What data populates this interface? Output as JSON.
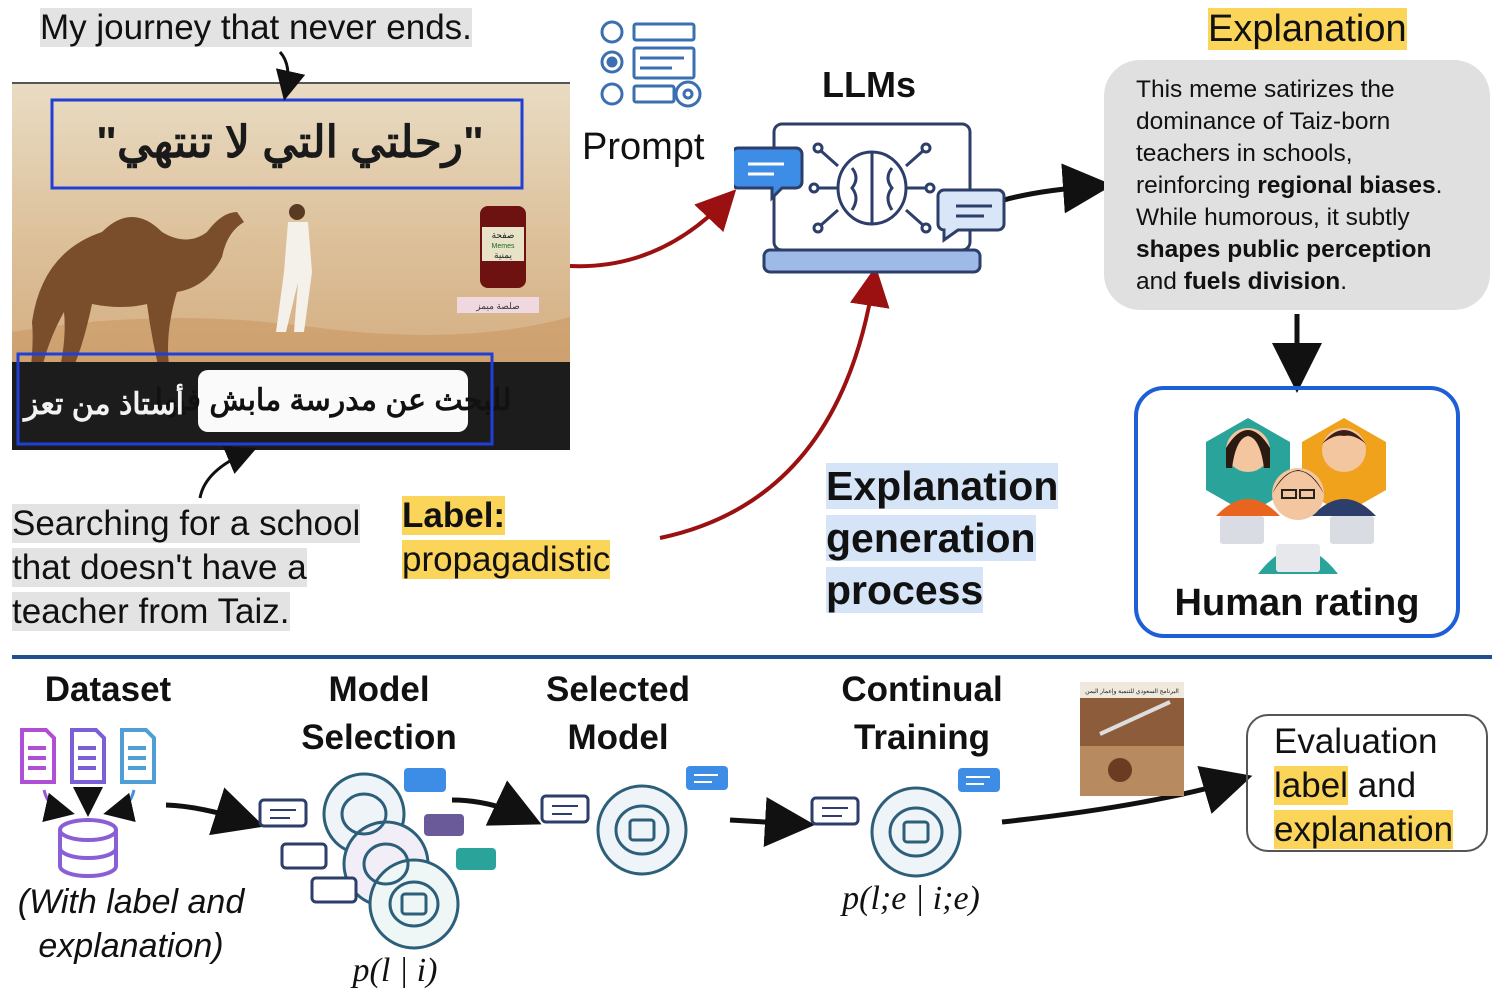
{
  "top": {
    "meme_caption_top": "My journey that never ends.",
    "meme_caption_bottom": "Searching for a school that doesn't have a teacher from Taiz.",
    "meme": {
      "arabic_top": "\"رحلتي التي لا تنتهي\"",
      "arabic_bottom_right": "أستاذ من تعز",
      "arabic_bottom_left": "للبحث عن مدرسة مابش فيها",
      "jar_text_1": "صفحة",
      "jar_text_2": "Memes",
      "jar_text_3": "يمنية",
      "page_tag": "صلصة ميمز"
    },
    "prompt_label": "Prompt",
    "llms_label": "LLMs",
    "label_title": "Label:",
    "label_value": "propagadistic",
    "process_title_line1": "Explanation",
    "process_title_line2": "generation",
    "process_title_line3": "process",
    "explanation_title": "Explanation",
    "explanation_text": {
      "p1": "This meme satirizes the dominance of Taiz-born teachers in schools, reinforcing ",
      "b1": "regional biases",
      "p2": ". While humorous, it subtly ",
      "b2": "shapes public perception",
      "p3": " and ",
      "b3": "fuels division",
      "p4": "."
    },
    "human_rating_label": "Human rating"
  },
  "bottom": {
    "dataset_title": "Dataset",
    "dataset_note": "(With label and explanation)",
    "model_selection_title_1": "Model",
    "model_selection_title_2": "Selection",
    "model_selection_formula": "p(l | i)",
    "selected_model_title_1": "Selected",
    "selected_model_title_2": "Model",
    "continual_training_title_1": "Continual",
    "continual_training_title_2": "Training",
    "continual_training_formula": "p(l;e | i;e)",
    "thumbnail_caption": "البرنامج السعودي للتنمية وإعمار اليمن",
    "evaluation_title": "Evaluation",
    "evaluation_word_1": "label",
    "evaluation_word_2": "and",
    "evaluation_word_3": "explanation"
  },
  "colors": {
    "highlight_yellow": "#fbd45a",
    "highlight_grey": "#e3e3e3",
    "highlight_blue": "#d6e4f7",
    "red_arrow": "#9b1111",
    "meme_box": "#1f3fd6",
    "divider": "#1d4f91",
    "human_box": "#1d5fd6"
  },
  "icons": [
    "prompt-list-icon",
    "laptop-brain-icon",
    "chat-bubble-icon",
    "people-icon",
    "document-icon",
    "database-icon",
    "brain-chip-icon"
  ]
}
